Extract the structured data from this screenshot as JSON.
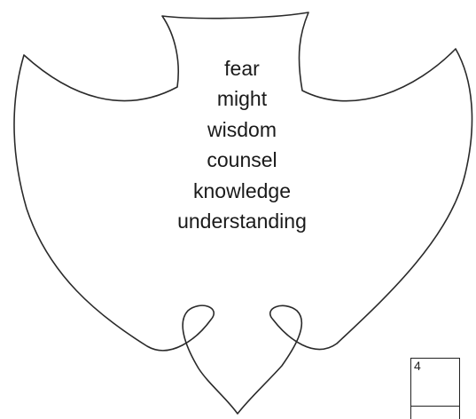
{
  "dove": {
    "words": [
      "fear",
      "might",
      "wisdom",
      "counsel",
      "knowledge",
      "understanding"
    ]
  },
  "page_box": {
    "number": "4"
  }
}
